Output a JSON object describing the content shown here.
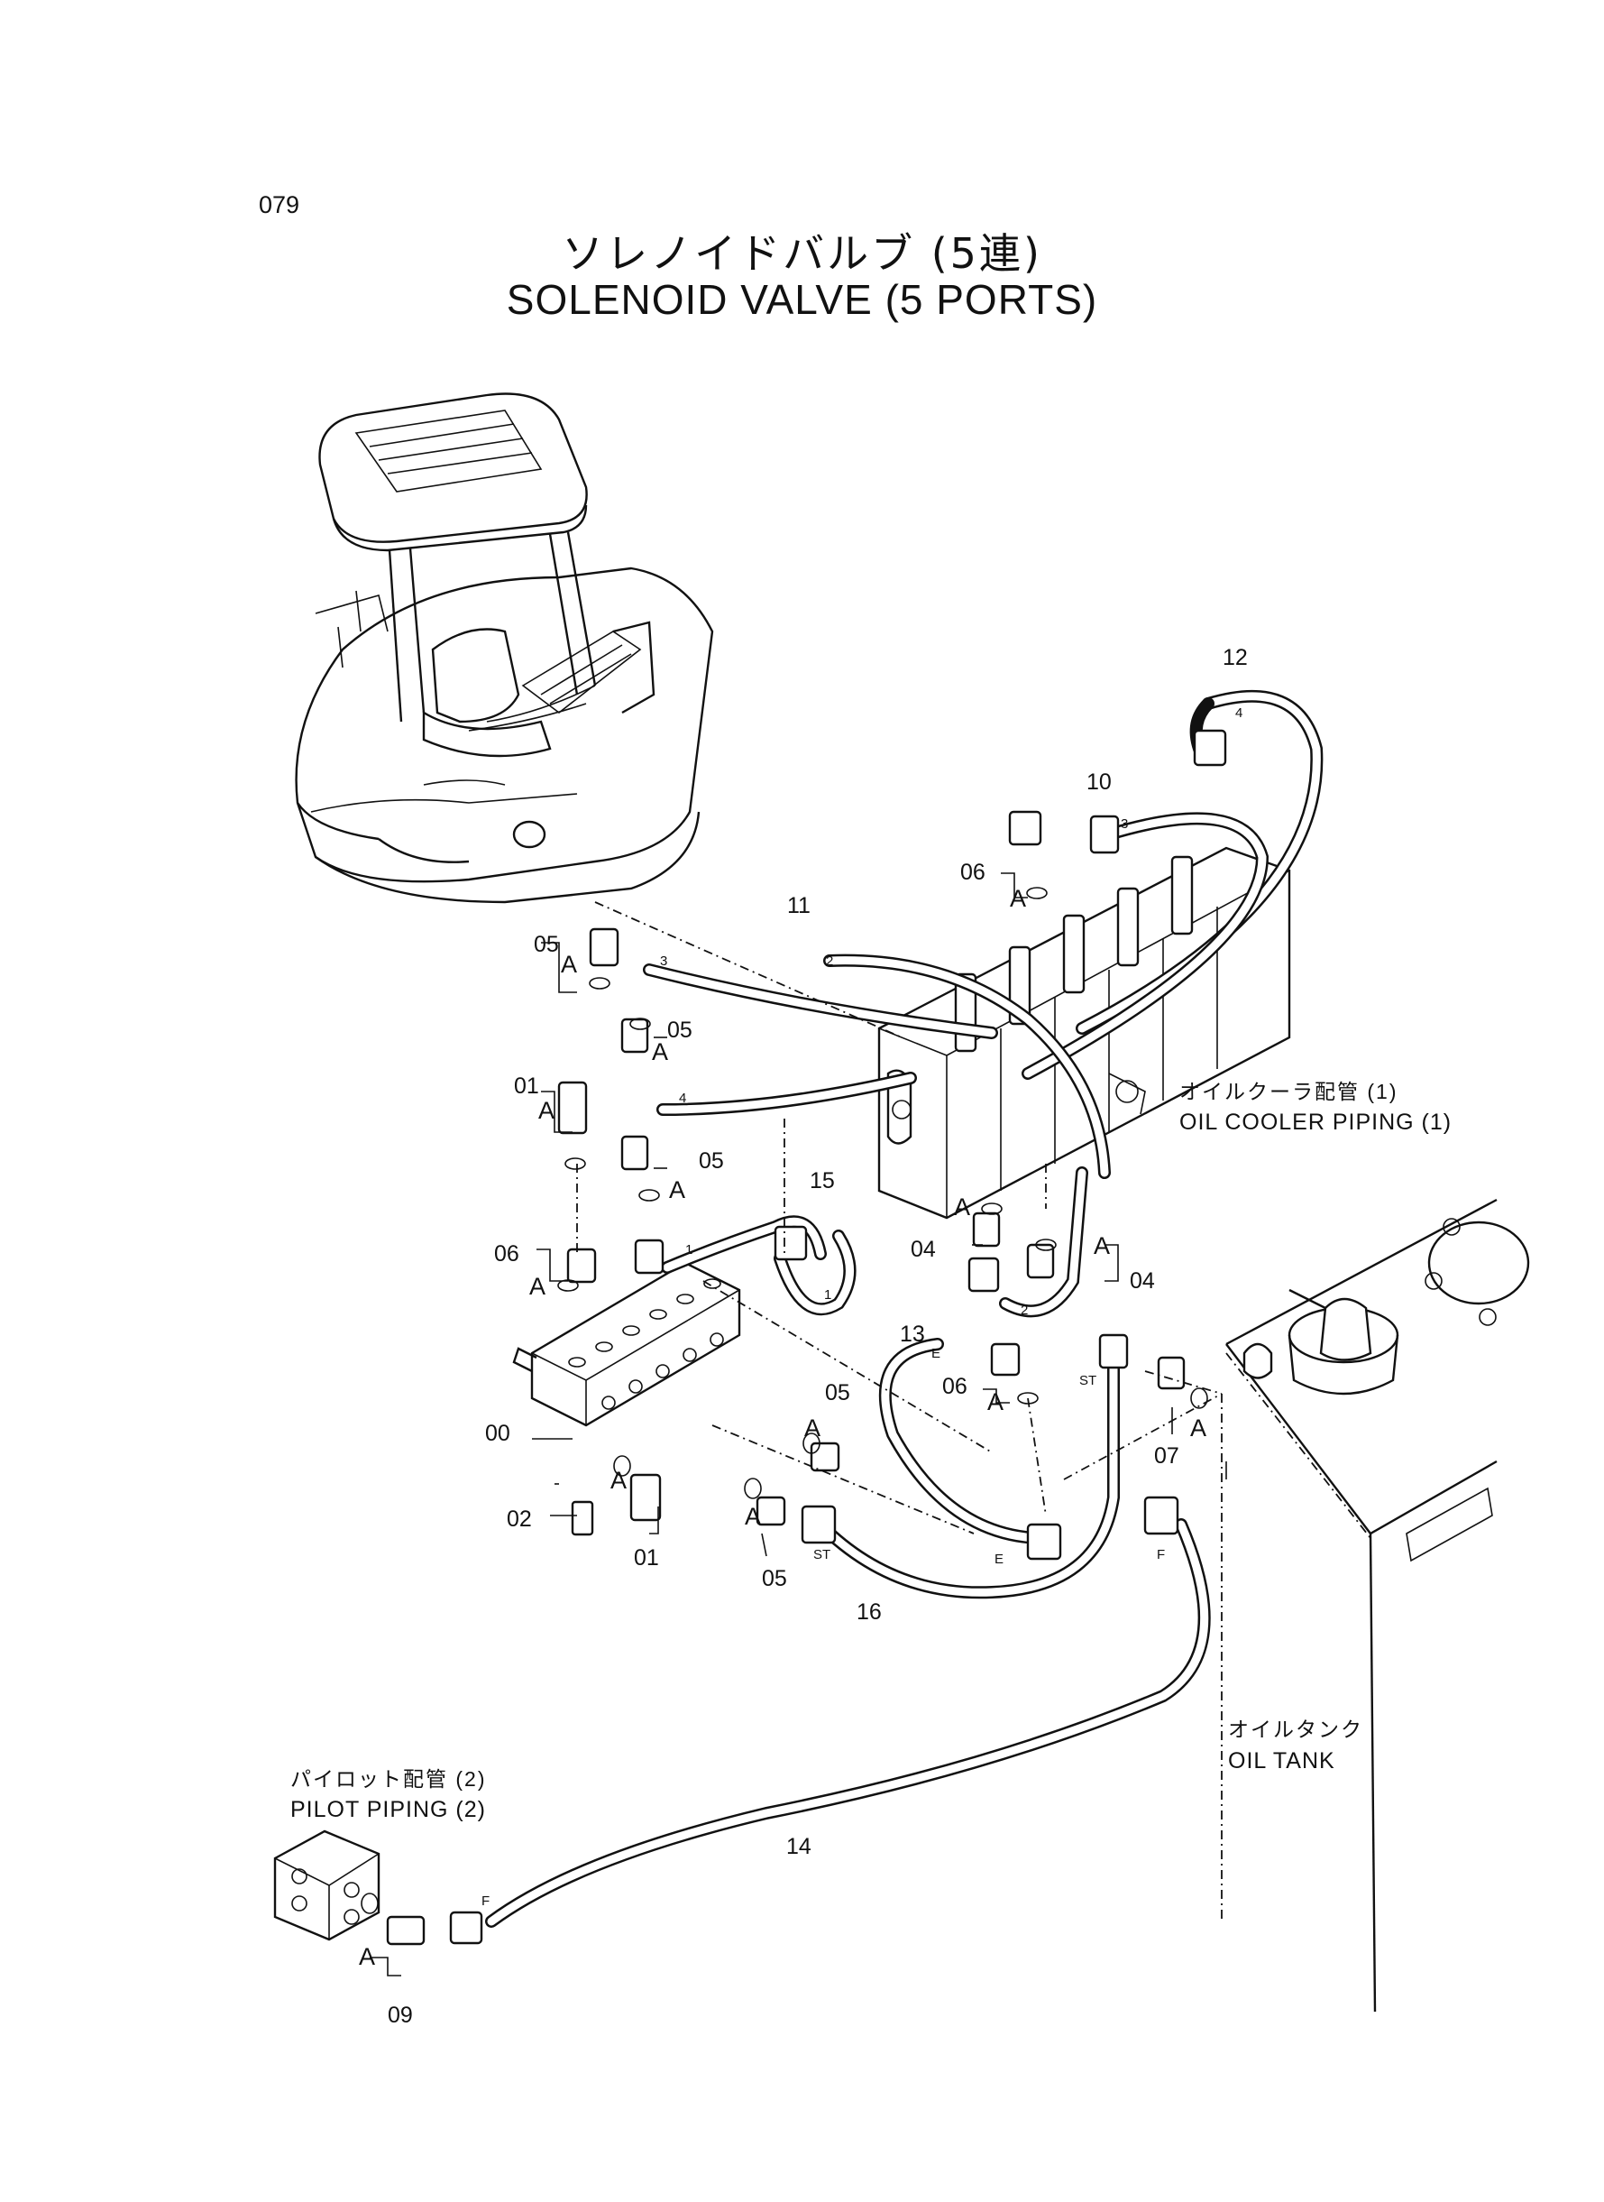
{
  "page_number": "079",
  "title_ja": "ソレノイドバルブ (5連)",
  "title_en": "SOLENOID VALVE (5 PORTS)",
  "notes": {
    "oil_cooler_ja": "オイルクーラ配管 (1)",
    "oil_cooler_en": "OIL COOLER PIPING (1)",
    "oil_tank_ja": "オイルタンク",
    "oil_tank_en": "OIL TANK",
    "pilot_ja": "パイロット配管 (2)",
    "pilot_en": "PILOT PIPING (2)"
  },
  "callouts": {
    "c00": "00",
    "c01a": "01",
    "c01b": "01",
    "c02": "02",
    "c04a": "04",
    "c04b": "04",
    "c05a": "05",
    "c05b": "05",
    "c05c": "05",
    "c05d": "05",
    "c05e": "05",
    "c06a": "06",
    "c06b": "06",
    "c06c": "06",
    "c07": "07",
    "c09": "09",
    "c10": "10",
    "c11": "11",
    "c12": "12",
    "c13": "13",
    "c14": "14",
    "c15": "15",
    "c16": "16"
  },
  "set_letter": "A",
  "hose_end_marks": {
    "m1": "1",
    "m2": "2",
    "m3": "3",
    "m4": "4",
    "e": "E",
    "st": "ST",
    "f": "F"
  }
}
